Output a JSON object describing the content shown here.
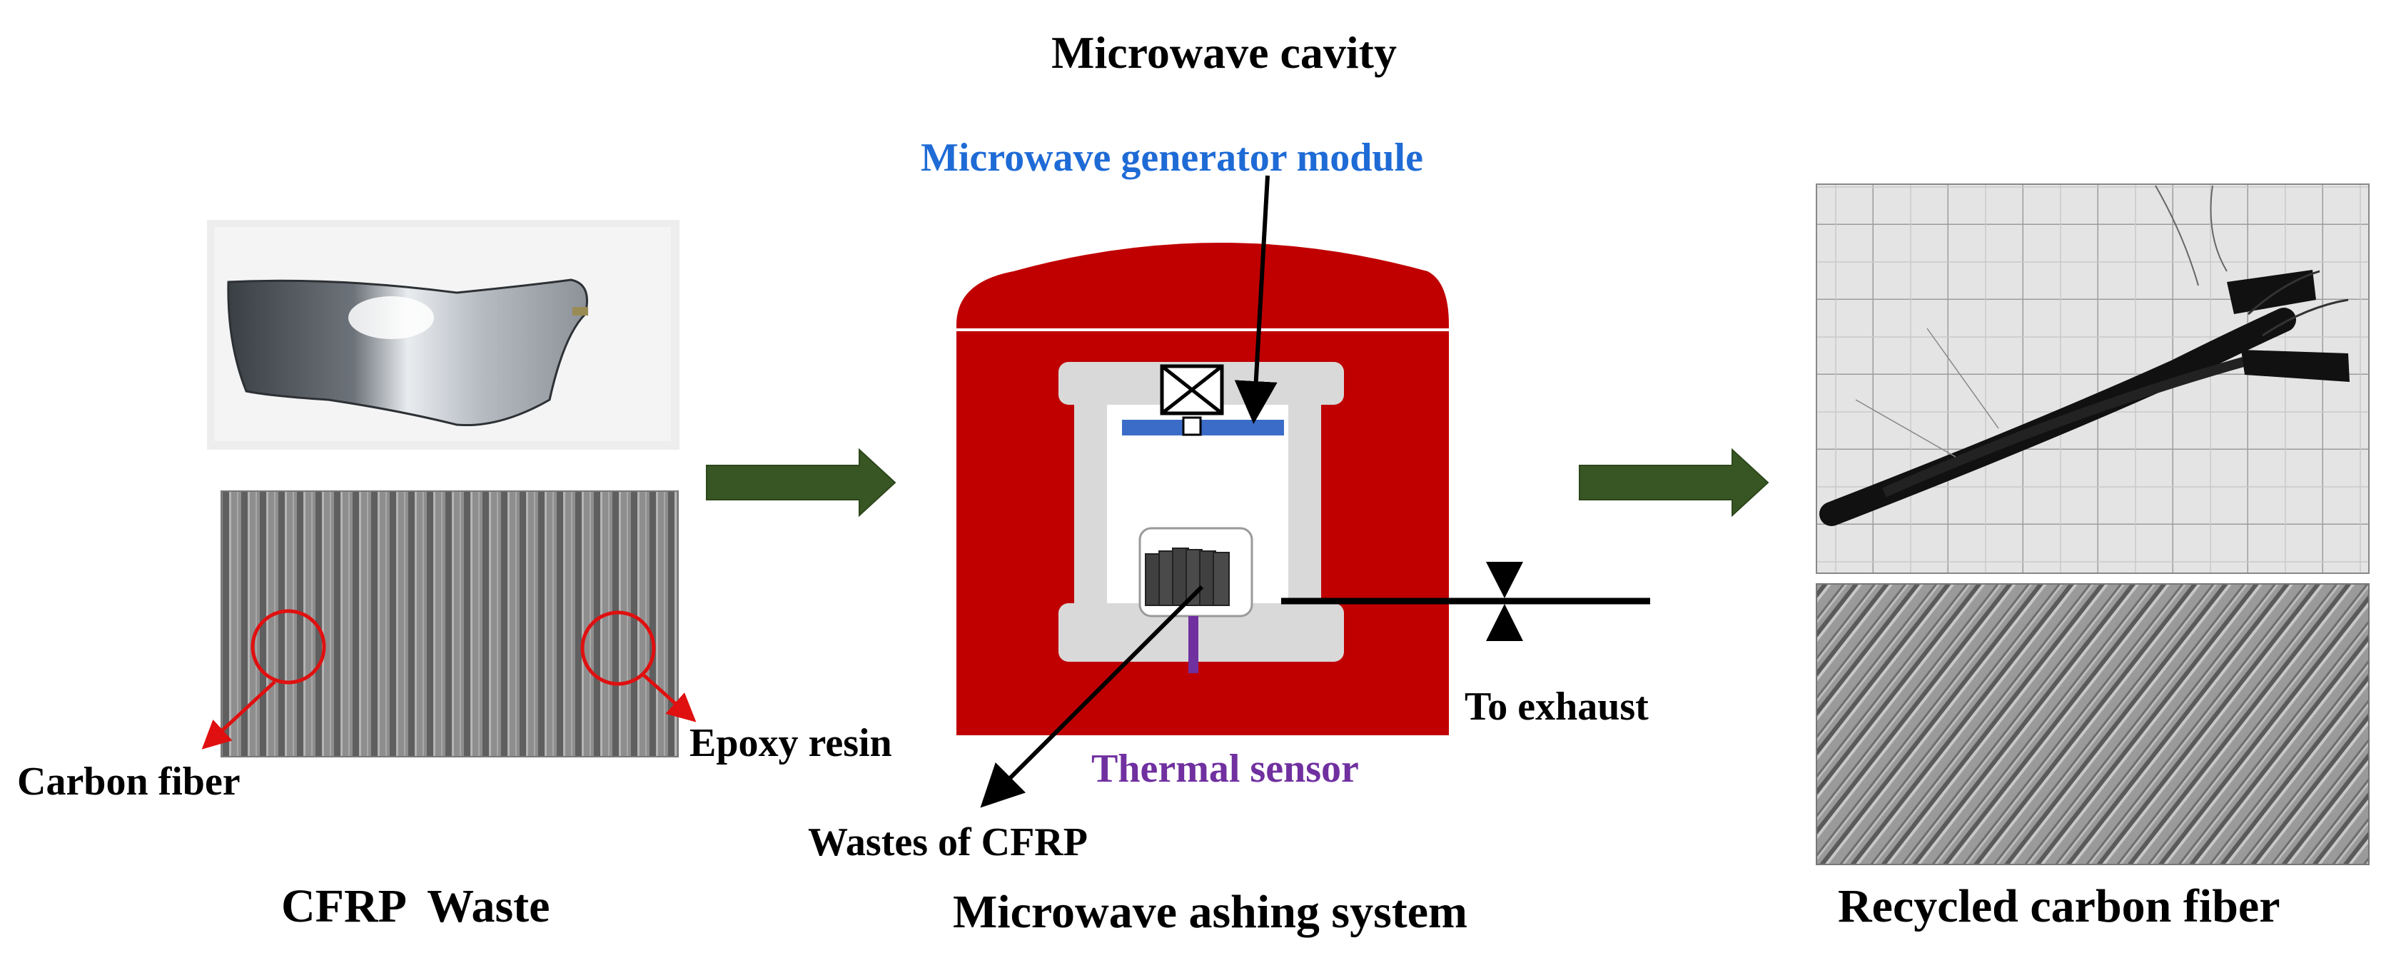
{
  "labels": {
    "microwave_cavity": "Microwave cavity",
    "generator_module": "Microwave generator module",
    "to_exhaust": "To exhaust",
    "thermal_sensor": "Thermal sensor",
    "wastes_of_cfrp": "Wastes of CFRP",
    "carbon_fiber": "Carbon fiber",
    "epoxy_resin": "Epoxy resin",
    "cfrp_waste": "CFRP  Waste",
    "microwave_ashing_system": "Microwave ashing system",
    "recycled_carbon_fiber": "Recycled carbon fiber"
  },
  "colors": {
    "cavity_red": "#c00000",
    "frame_gray": "#d9d9d9",
    "generator_blue": "#3b6cc8",
    "arrow_green": "#375623",
    "thermal_purple": "#7030a0",
    "label_blue": "#1f6bd6",
    "label_purple": "#7030a0",
    "annotation_red": "#e01010"
  },
  "icons": [
    "microwave-generator-icon",
    "exhaust-valve-icon"
  ]
}
